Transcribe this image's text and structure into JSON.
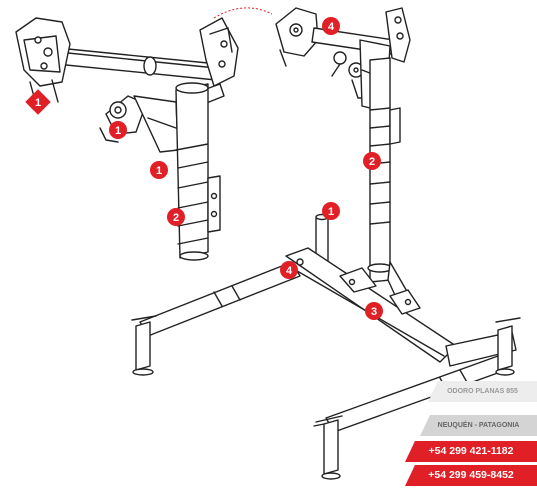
{
  "colors": {
    "accent": "#e01f26",
    "line": "#222222",
    "fill": "#ffffff"
  },
  "markers": [
    {
      "id": "m1",
      "label": "1"
    },
    {
      "id": "m2",
      "label": "1"
    },
    {
      "id": "m3",
      "label": "1"
    },
    {
      "id": "m4",
      "label": "1"
    },
    {
      "id": "m5",
      "label": "2"
    },
    {
      "id": "m6",
      "label": "2"
    },
    {
      "id": "m7",
      "label": "4"
    },
    {
      "id": "m8",
      "label": "4"
    },
    {
      "id": "m9",
      "label": "3"
    }
  ],
  "contact": {
    "address": "ODORO PLANAS 855",
    "city": "NEUQUÉN - PATAGONIA",
    "phone1": "+54 299 421-1182",
    "phone2": "+54 299 459-8452"
  }
}
